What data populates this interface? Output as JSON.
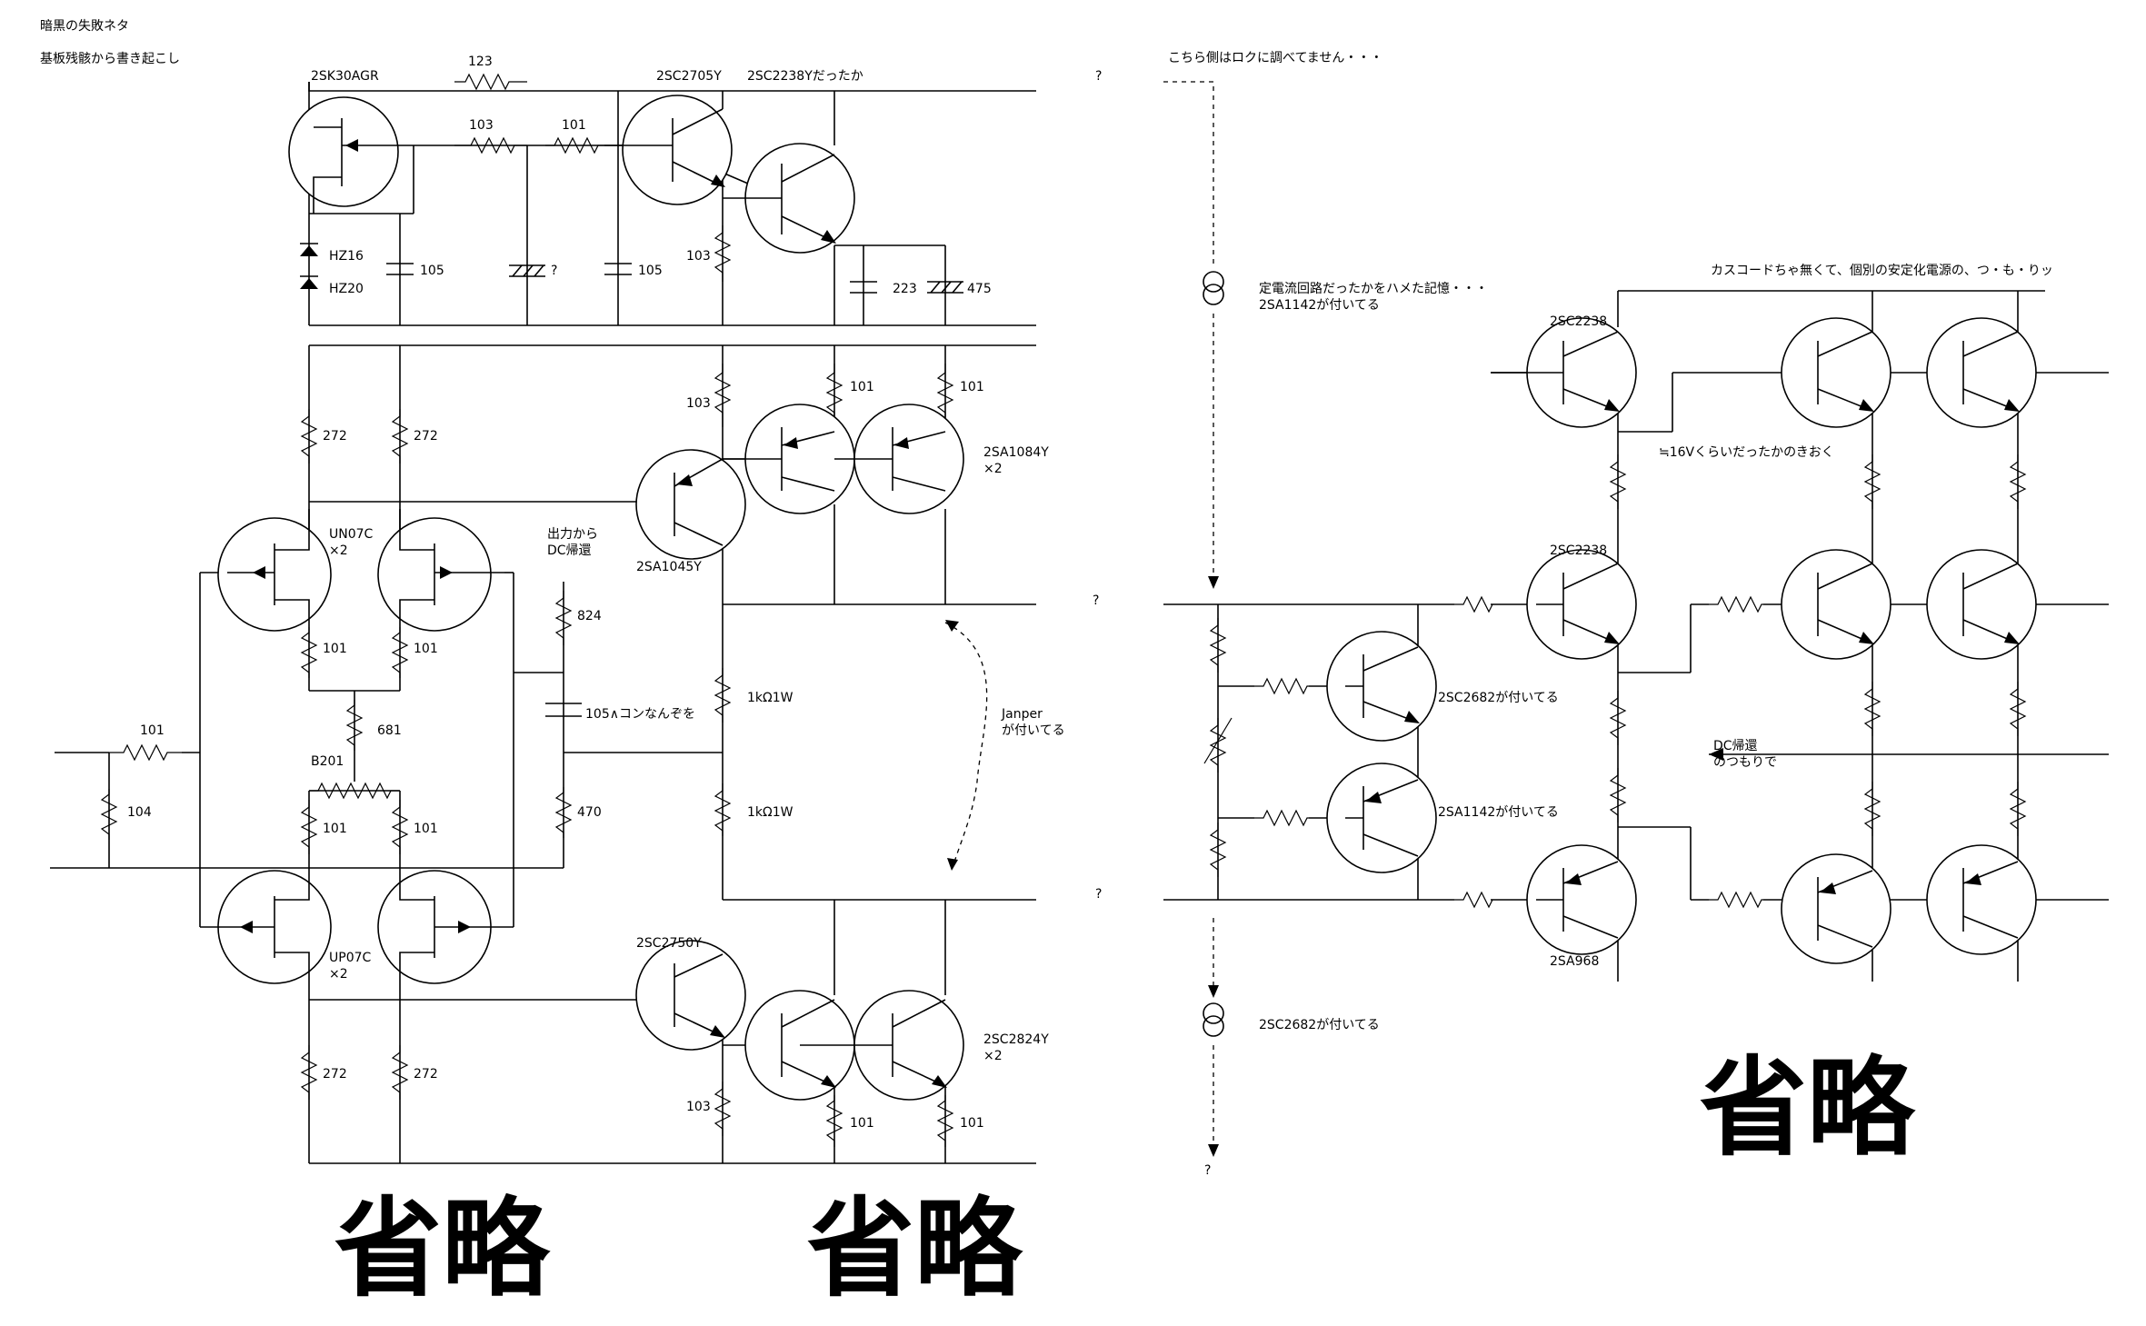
{
  "header": {
    "title": "暗黒の失敗ネタ",
    "subtitle": "基板残骸から書き起こし"
  },
  "notes": {
    "right_note": "こちら側はロクに調べてません・・・",
    "cascode_note": "カスコードちゃ無くて、個別の安定化電源の、つ・も・りッ",
    "ccs_note_1": "定電流回路だったかをハメた記憶・・・",
    "ccs_note_2": "2SA1142が付いてる",
    "ccs_bottom_note": "2SC2682が付いてる",
    "voltage_note": "≒16Vくらいだったかのきおく",
    "dc_return_right": "DC帰還",
    "dc_return_right_2": "のつもりで",
    "dc_return_left_1": "出力から",
    "dc_return_left_2": "DC帰還",
    "jumper_1": "Janper",
    "jumper_2": "が付いてる",
    "cap_note": "105∧コンなんぞを",
    "omitted": "省略",
    "unknown": "?"
  },
  "components": {
    "q_jfet": "2SK30AGR",
    "q_2sc2705": "2SC2705Y",
    "q_2sc2238_top": "2SC2238Yだったか",
    "q_un07c": "UN07C",
    "q_up07c": "UP07C",
    "x2": "×2",
    "q_2sa1045": "2SA1045Y",
    "q_2sa1084": "2SA1084Y",
    "q_2sc2750": "2SC2750Y",
    "q_2sc2824": "2SC2824Y",
    "q_2sc2238": "2SC2238",
    "q_2sa968": "2SA968",
    "q_2sc2682_note": "2SC2682が付いてる",
    "q_2sa1142_note": "2SA1142が付いてる",
    "z_hz16": "HZ16",
    "z_hz20": "HZ20",
    "vr_b201": "B201",
    "r_123": "123",
    "r_103": "103",
    "r_101": "101",
    "r_104": "104",
    "r_272": "272",
    "r_681": "681",
    "r_824": "824",
    "r_470": "470",
    "r_1k": "1kΩ1W",
    "c_105": "105",
    "c_223": "223",
    "c_475": "475"
  }
}
